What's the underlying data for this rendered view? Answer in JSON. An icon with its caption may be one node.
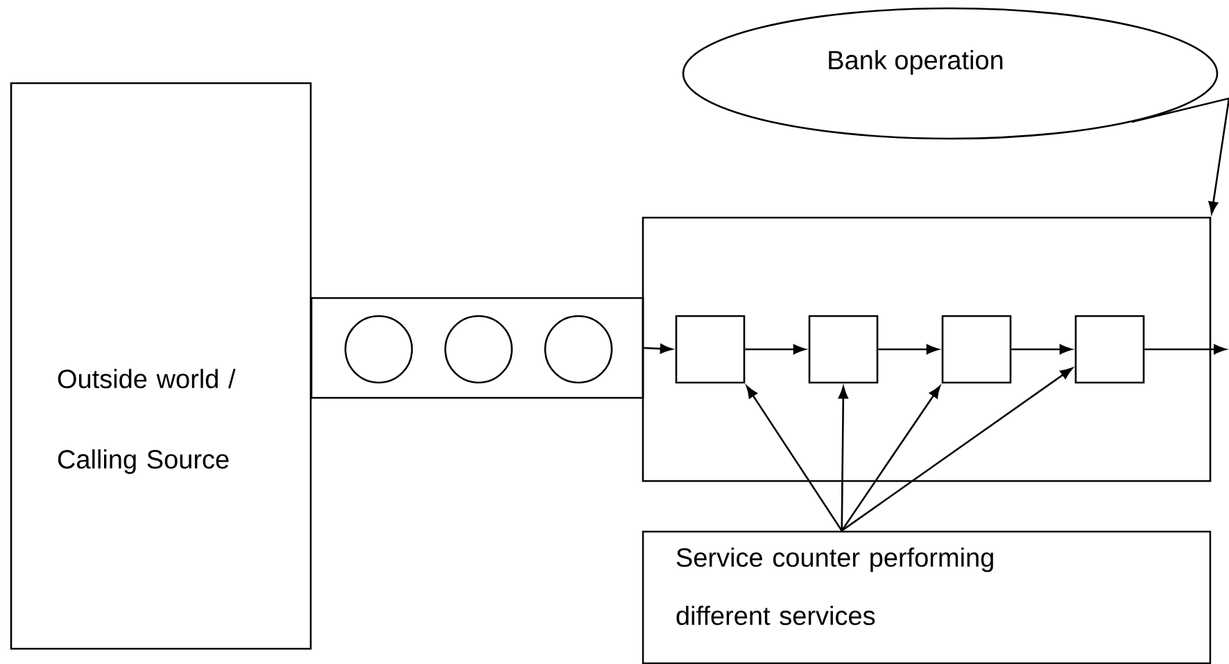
{
  "diagram": {
    "nodes": [
      {
        "text": [
          "Outside world / Calling Source"
        ]
      },
      {
        "text": [],
        "shape": "box"
      },
      {
        "text": [],
        "shape": "circle",
        "in": 1
      },
      {
        "text": [],
        "shape": "circle",
        "in": 1
      },
      {
        "text": [],
        "shape": "circle",
        "in": 1
      },
      {
        "text": [
          "Bank operation"
        ]
      },
      {
        "text": [],
        "shape": "box"
      },
      {
        "text": [],
        "shape": "box",
        "in": 6
      },
      {
        "text": [],
        "shape": "box",
        "in": 6
      },
      {
        "text": [],
        "shape": "box",
        "in": 6
      },
      {
        "text": [],
        "shape": "box",
        "in": 6
      },
      {
        "text": [
          "Service counter performing different services"
        ]
      }
    ],
    "edges": [
      {
        "from": 5,
        "to": 6,
        "arrow": "to"
      },
      {
        "from": 1,
        "to": 7,
        "arrow": "to"
      },
      {
        "from": 7,
        "to": 8,
        "arrow": "to"
      },
      {
        "from": 8,
        "to": 9,
        "arrow": "to"
      },
      {
        "from": 9,
        "to": 10,
        "arrow": "to"
      },
      {
        "from": 10,
        "to": null,
        "arrow": "to"
      },
      {
        "from": 11,
        "to": 7,
        "arrow": "to"
      },
      {
        "from": 11,
        "to": 8,
        "arrow": "to"
      },
      {
        "from": 11,
        "to": 9,
        "arrow": "to"
      },
      {
        "from": 11,
        "to": 10,
        "arrow": "to"
      }
    ]
  }
}
